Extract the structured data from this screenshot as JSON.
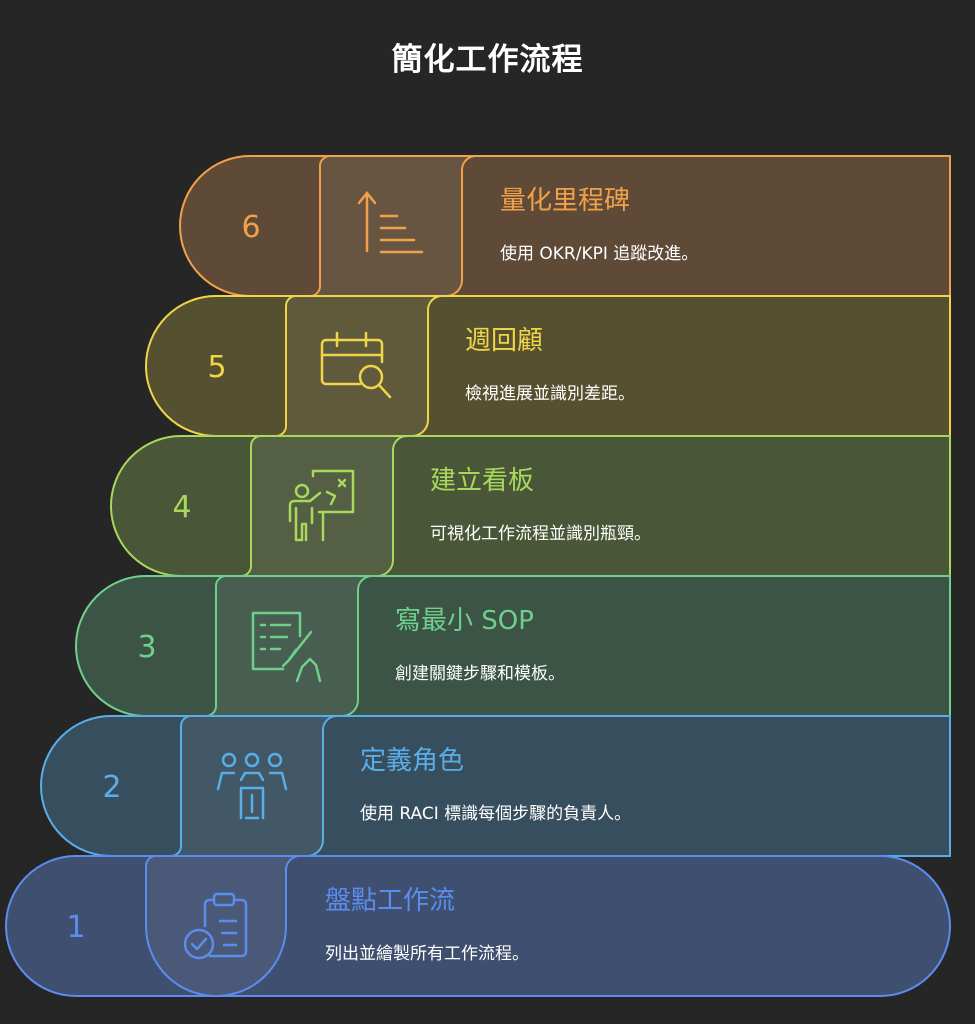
{
  "title": "簡化工作流程",
  "steps": [
    {
      "number": "1",
      "title": "盤點工作流",
      "description": "列出並繪製所有工作流程。",
      "color": "#5b8def",
      "fill": "#3f4f6f",
      "icon": "clipboard-check-icon"
    },
    {
      "number": "2",
      "title": "定義角色",
      "description": "使用 RACI 標識每個步驟的負責人。",
      "color": "#5aaee8",
      "fill": "#374e5e",
      "icon": "team-roles-icon"
    },
    {
      "number": "3",
      "title": "寫最小 SOP",
      "description": "創建關鍵步驟和模板。",
      "color": "#6fd08b",
      "fill": "#3c5446",
      "icon": "document-writing-icon"
    },
    {
      "number": "4",
      "title": "建立看板",
      "description": "可視化工作流程並識別瓶頸。",
      "color": "#a8d85c",
      "fill": "#4a5638",
      "icon": "presentation-board-icon"
    },
    {
      "number": "5",
      "title": "週回顧",
      "description": "檢視進展並識別差距。",
      "color": "#f0d54a",
      "fill": "#55502f",
      "icon": "calendar-search-icon"
    },
    {
      "number": "6",
      "title": "量化里程碑",
      "description": "使用 OKR/KPI 追蹤改進。",
      "color": "#f2a14a",
      "fill": "#5e4a36",
      "icon": "progress-bars-icon"
    }
  ]
}
